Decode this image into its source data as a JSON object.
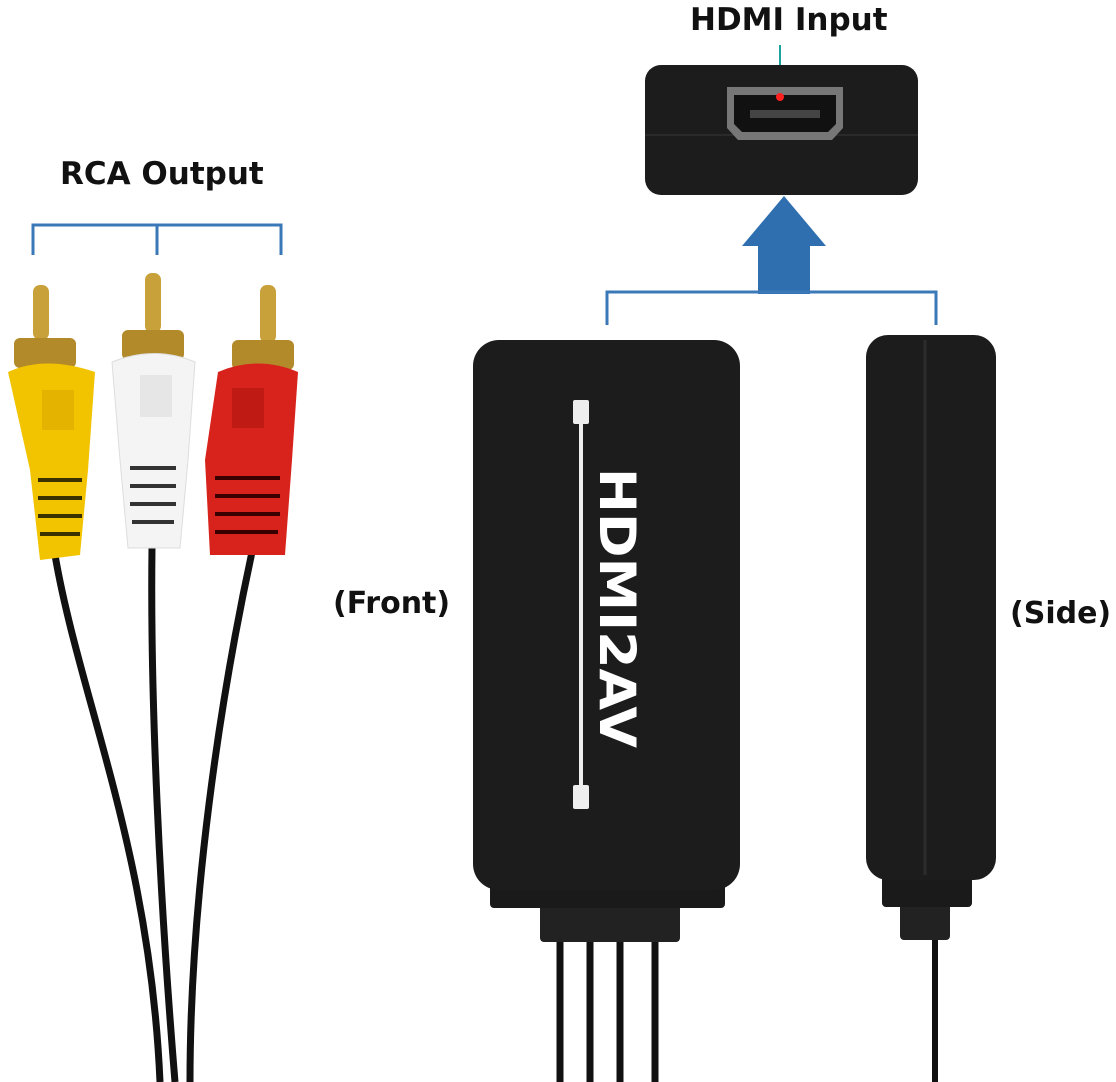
{
  "labels": {
    "rca_output": "RCA Output",
    "hdmi_input": "HDMI Input",
    "front": "(Front)",
    "side": "(Side)"
  },
  "device": {
    "logo_text": "HDMI2AV"
  },
  "colors": {
    "bracket": "#3b78b8",
    "arrow": "#2f6fb0",
    "device_body": "#1c1c1c",
    "plug_yellow": "#f2c400",
    "plug_white": "#f4f4f4",
    "plug_red": "#d8231c",
    "plug_gold": "#c9a13a",
    "indicator_red": "#ff2020",
    "indicator_line": "#1aa39a"
  }
}
